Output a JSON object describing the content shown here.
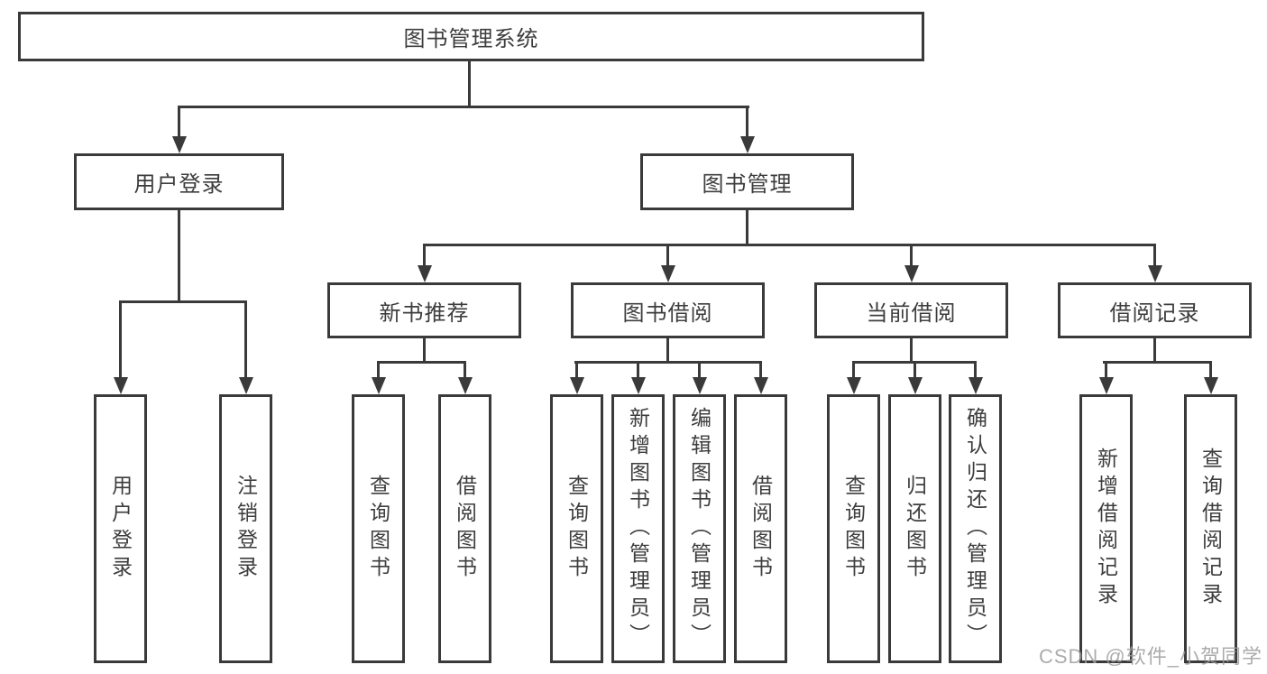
{
  "diagram": {
    "type": "tree",
    "root": {
      "label": "图书管理系统",
      "children": [
        {
          "label": "用户登录",
          "children": [
            {
              "label": "用户登录"
            },
            {
              "label": "注销登录"
            }
          ]
        },
        {
          "label": "图书管理",
          "children": [
            {
              "label": "新书推荐",
              "children": [
                {
                  "label": "查询图书"
                },
                {
                  "label": "借阅图书"
                }
              ]
            },
            {
              "label": "图书借阅",
              "children": [
                {
                  "label": "查询图书"
                },
                {
                  "label": "新增图书（管理员）"
                },
                {
                  "label": "编辑图书（管理员）"
                },
                {
                  "label": "借阅图书"
                }
              ]
            },
            {
              "label": "当前借阅",
              "children": [
                {
                  "label": "查询图书"
                },
                {
                  "label": "归还图书"
                },
                {
                  "label": "确认归还（管理员）"
                }
              ]
            },
            {
              "label": "借阅记录",
              "children": [
                {
                  "label": "新增借阅记录"
                },
                {
                  "label": "查询借阅记录"
                }
              ]
            }
          ]
        }
      ]
    },
    "colors": {
      "line": "#3a3a3a",
      "box_border": "#3a3a3a",
      "box_background": "#ffffff",
      "text": "#3d3d3d",
      "watermark": "#9e9e9e"
    }
  },
  "watermark": {
    "text": "CSDN @软件_小贺同学"
  }
}
